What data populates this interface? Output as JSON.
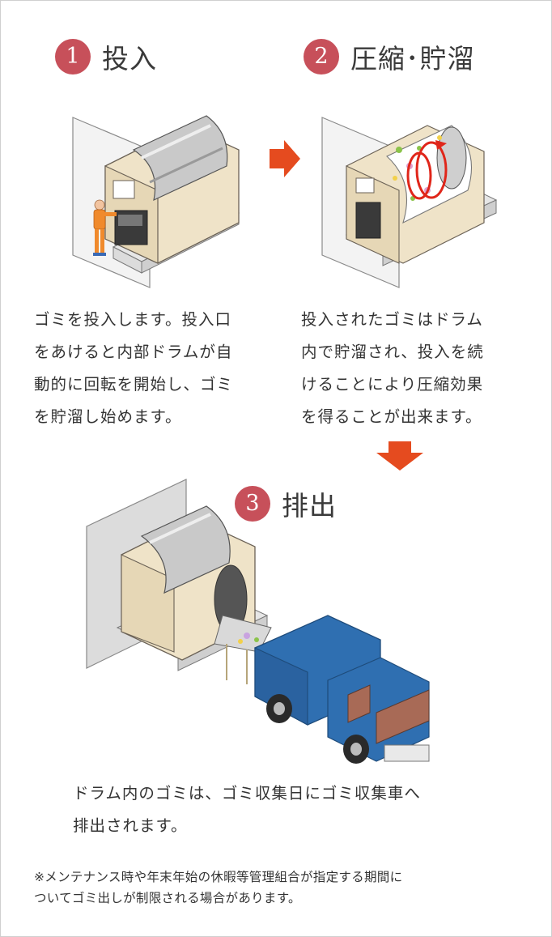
{
  "steps": [
    {
      "number": "1",
      "title": "投入",
      "lines": [
        "ゴミを投入します。投入口",
        "をあけると内部ドラムが自",
        "動的に回転を開始し、ゴミ",
        "を貯溜し始めます。"
      ]
    },
    {
      "number": "2",
      "title": "圧縮･貯溜",
      "lines": [
        "投入されたゴミはドラム",
        "内で貯溜され、投入を続",
        "けることにより圧縮効果",
        "を得ることが出来ます。"
      ]
    },
    {
      "number": "3",
      "title": "排出",
      "lines": [
        "ドラム内のゴミは、ゴミ収集日にゴミ収集車へ",
        "排出されます。"
      ]
    }
  ],
  "note": {
    "lines": [
      "※メンテナンス時や年末年始の休暇等管理組合が指定する期間に",
      "ついてゴミ出しが制限される場合があります。"
    ]
  },
  "colors": {
    "badge": "#c7505a",
    "arrow": "#e54b1f",
    "machine_body": "#efe3c8",
    "truck": "#2f6fb1"
  },
  "icons": [
    "arrow-right-icon",
    "arrow-down-icon"
  ]
}
